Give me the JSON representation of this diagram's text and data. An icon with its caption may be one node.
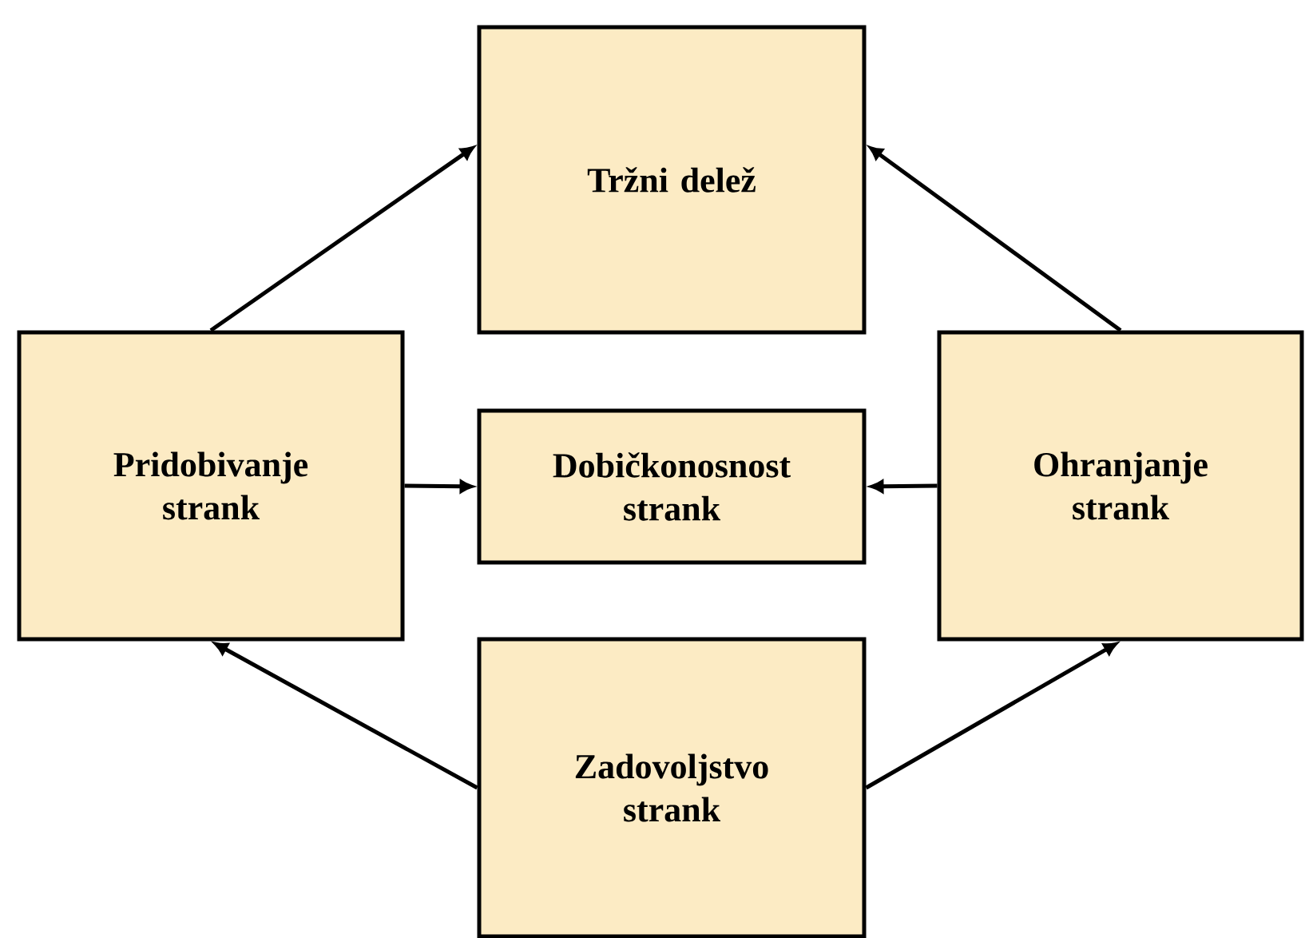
{
  "diagram": {
    "nodes": [
      {
        "text": [
          "Tržni delež"
        ]
      },
      {
        "text": [
          "Pridobivanje strank"
        ]
      },
      {
        "text": [
          "Dobičkonosnost strank"
        ]
      },
      {
        "text": [
          "Ohranjanje strank"
        ]
      },
      {
        "text": [
          "Zadovoljstvo strank"
        ]
      }
    ],
    "edges": [
      {
        "from": 1,
        "to": 0,
        "arrow": "to"
      },
      {
        "from": 3,
        "to": 0,
        "arrow": "to"
      },
      {
        "from": 1,
        "to": 2,
        "arrow": "to"
      },
      {
        "from": 3,
        "to": 2,
        "arrow": "to"
      },
      {
        "from": 4,
        "to": 1,
        "arrow": "to"
      },
      {
        "from": 4,
        "to": 3,
        "arrow": "to"
      }
    ]
  }
}
